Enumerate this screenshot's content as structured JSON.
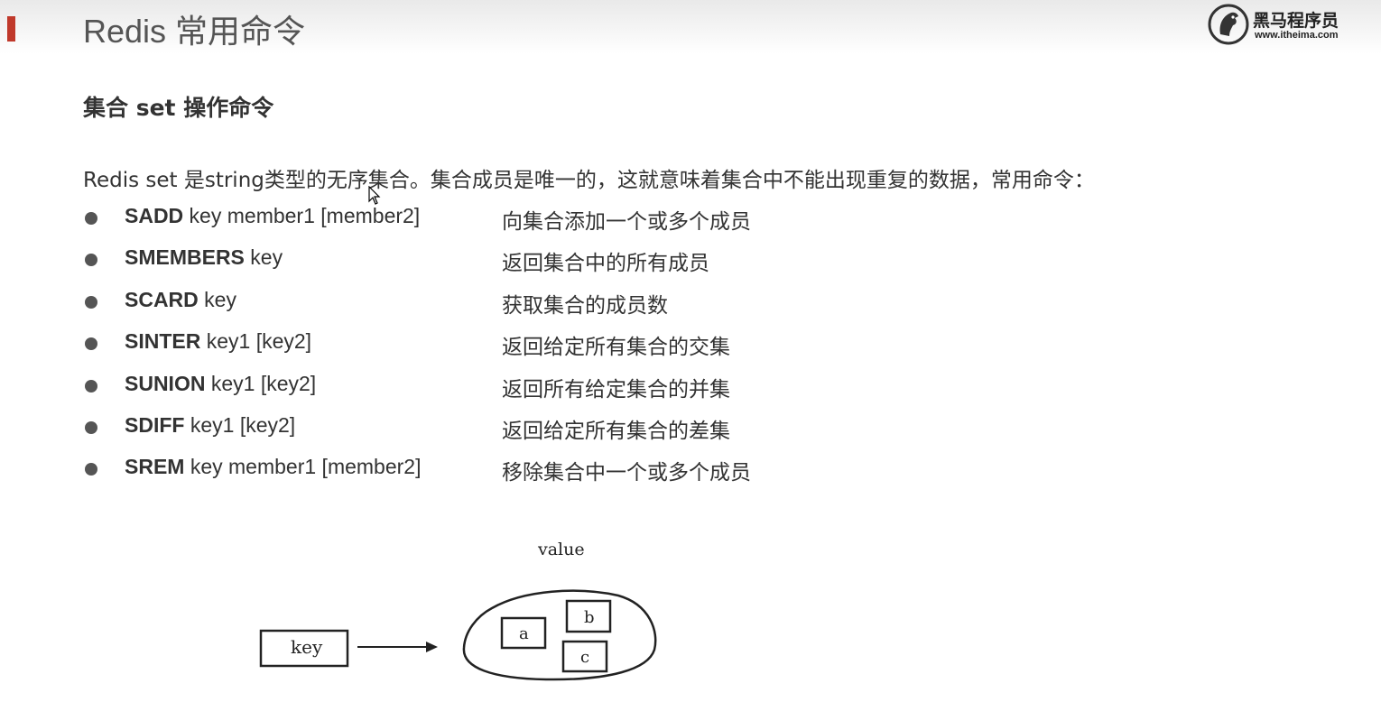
{
  "header": {
    "title": "Redis 常用命令",
    "logo": {
      "name": "黑马程序员",
      "url": "www.itheima.com",
      "icon": "horse-head-icon"
    }
  },
  "section": {
    "heading": "集合 set 操作命令",
    "intro": "Redis set 是string类型的无序集合。集合成员是唯一的，这就意味着集合中不能出现重复的数据，常用命令："
  },
  "commands": [
    {
      "name": "SADD",
      "args": " key member1 [member2]",
      "desc": "向集合添加一个或多个成员"
    },
    {
      "name": "SMEMBERS",
      "args": " key",
      "desc": "返回集合中的所有成员"
    },
    {
      "name": "SCARD",
      "args": " key",
      "desc": "获取集合的成员数"
    },
    {
      "name": "SINTER",
      "args": " key1 [key2]",
      "desc": "返回给定所有集合的交集"
    },
    {
      "name": "SUNION",
      "args": " key1 [key2]",
      "desc": "返回所有给定集合的并集"
    },
    {
      "name": "SDIFF",
      "args": " key1 [key2]",
      "desc": "返回给定所有集合的差集"
    },
    {
      "name": "SREM",
      "args": " key member1 [member2]",
      "desc": "移除集合中一个或多个成员"
    }
  ],
  "diagram": {
    "value_label": "value",
    "key_label": "key",
    "members": [
      "a",
      "b",
      "c"
    ]
  },
  "colors": {
    "accent": "#c0392b",
    "text": "#333333"
  }
}
